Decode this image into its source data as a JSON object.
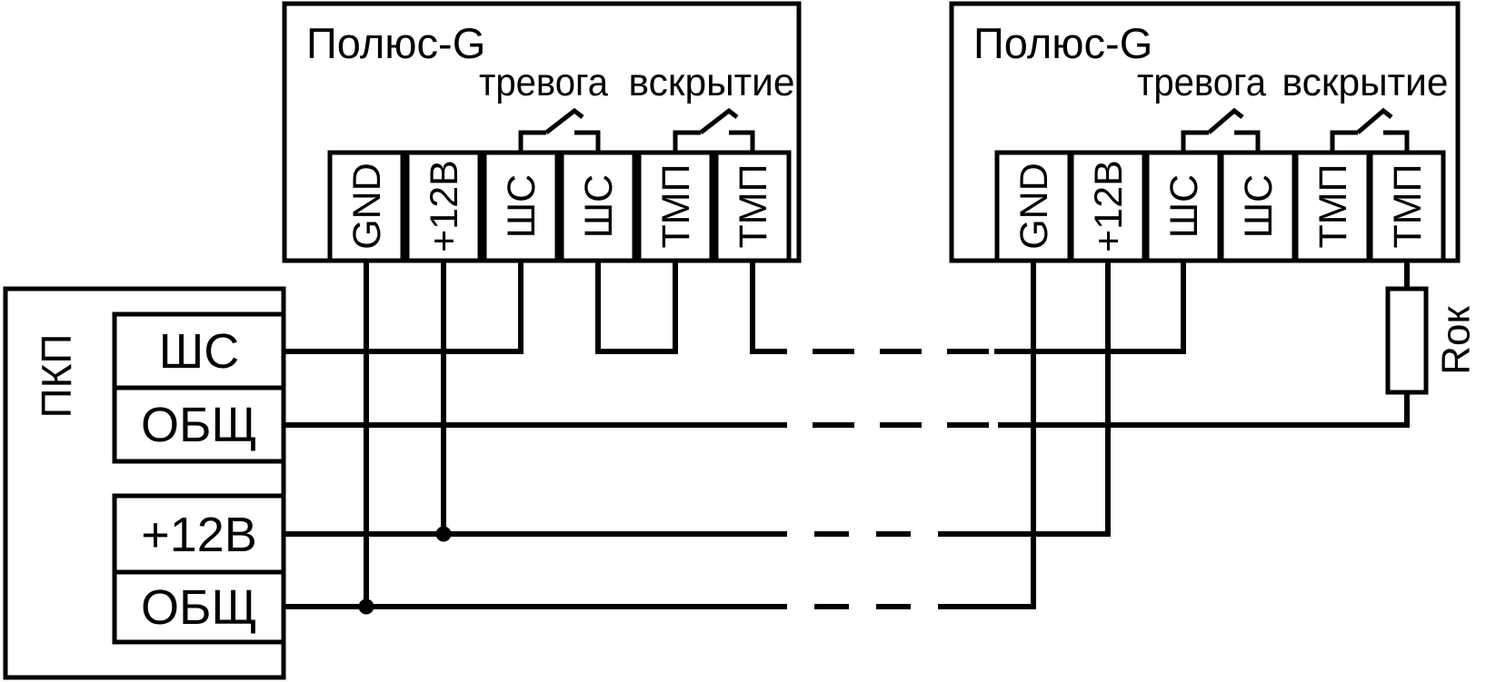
{
  "diagram_type": "wiring-diagram",
  "colors": {
    "line": "#000000",
    "background": "#ffffff"
  },
  "pkp": {
    "title": "ПКП",
    "terminals": [
      "ШС",
      "ОБЩ",
      "+12В",
      "ОБЩ"
    ]
  },
  "device_left": {
    "title": "Полюс-G",
    "alarm_contact_label": "тревога",
    "tamper_contact_label": "вскрытие",
    "terminals": [
      "GND",
      "+12В",
      "ШС",
      "ШС",
      "ТМП",
      "ТМП"
    ]
  },
  "device_right": {
    "title": "Полюс-G",
    "alarm_contact_label": "тревога",
    "tamper_contact_label": "вскрытие",
    "terminals": [
      "GND",
      "+12В",
      "ШС",
      "ШС",
      "ТМП",
      "ТМП"
    ]
  },
  "resistor": {
    "label": "Rок"
  }
}
